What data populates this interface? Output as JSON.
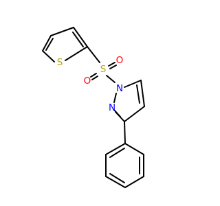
{
  "molecule": {
    "atoms": {
      "thiophene_sulfur": "S",
      "sulfonyl_sulfur": "S",
      "sulfonyl_oxygen_top": "O",
      "sulfonyl_oxygen_bottom": "O",
      "pyrazole_n1": "N",
      "pyrazole_n2": "N"
    },
    "colors": {
      "bond": "#000000",
      "sulfur": "#b8a600",
      "oxygen": "#ff0000",
      "nitrogen": "#0000ff"
    }
  }
}
